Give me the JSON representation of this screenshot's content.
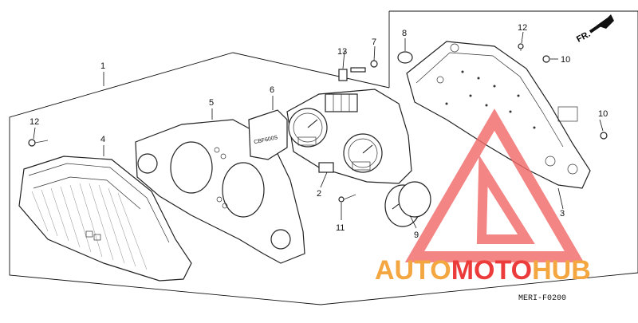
{
  "diagram": {
    "direction_label": "FR.",
    "code": "MERI-F0200",
    "dial_text": "CBF600S",
    "callouts": [
      "1",
      "2",
      "3",
      "4",
      "5",
      "6",
      "7",
      "8",
      "9",
      "10",
      "10",
      "11",
      "12",
      "12",
      "13"
    ]
  },
  "watermark": {
    "part1": "AUTO",
    "part2": "MOTO",
    "part3": "HUB",
    "colors": {
      "orange": "#f4a640",
      "red": "#ec3b3b",
      "triangle": "#f26b6b"
    }
  }
}
